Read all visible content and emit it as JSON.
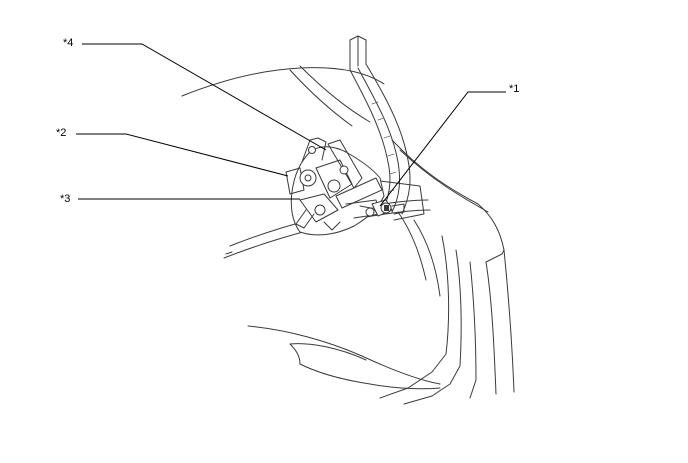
{
  "callouts": [
    {
      "id": "1",
      "label": "*1"
    },
    {
      "id": "2",
      "label": "*2"
    },
    {
      "id": "3",
      "label": "*3"
    },
    {
      "id": "4",
      "label": "*4"
    }
  ],
  "colors": {
    "line": "#3a3a3a",
    "leader": "#000000",
    "background": "#ffffff"
  }
}
